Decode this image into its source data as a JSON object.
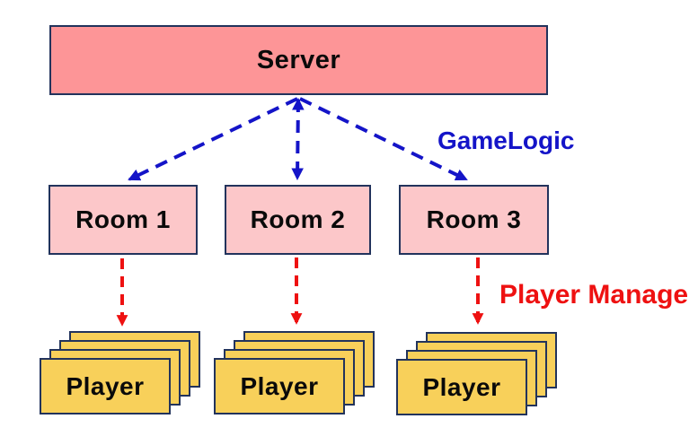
{
  "diagram": {
    "server": {
      "label": "Server"
    },
    "rooms": [
      {
        "label": "Room 1"
      },
      {
        "label": "Room 2"
      },
      {
        "label": "Room 3"
      }
    ],
    "players": [
      {
        "label": "Player",
        "stack_count": 4
      },
      {
        "label": "Player",
        "stack_count": 4
      },
      {
        "label": "Player",
        "stack_count": 4
      }
    ],
    "edge_labels": {
      "game_logic": "GameLogic",
      "player_manage": "Player Manage"
    },
    "edges": [
      {
        "from": "Server",
        "to": "Room 1",
        "style": "dashed",
        "color": "#1414C8",
        "label": "GameLogic"
      },
      {
        "from": "Server",
        "to": "Room 2",
        "style": "dashed",
        "color": "#1414C8",
        "label": "GameLogic",
        "bidirectional": true
      },
      {
        "from": "Server",
        "to": "Room 3",
        "style": "dashed",
        "color": "#1414C8",
        "label": "GameLogic"
      },
      {
        "from": "Room 1",
        "to": "Player",
        "style": "dashed",
        "color": "#EE1111",
        "label": "Player Manage"
      },
      {
        "from": "Room 2",
        "to": "Player",
        "style": "dashed",
        "color": "#EE1111",
        "label": "Player Manage"
      },
      {
        "from": "Room 3",
        "to": "Player",
        "style": "dashed",
        "color": "#EE1111",
        "label": "Player Manage"
      }
    ],
    "colors": {
      "server_fill": "#FD9597",
      "room_fill": "#FCC7C9",
      "player_fill": "#F8D05A",
      "box_border": "#22335C",
      "arrow_blue": "#1414C8",
      "arrow_red": "#EE1111"
    }
  }
}
